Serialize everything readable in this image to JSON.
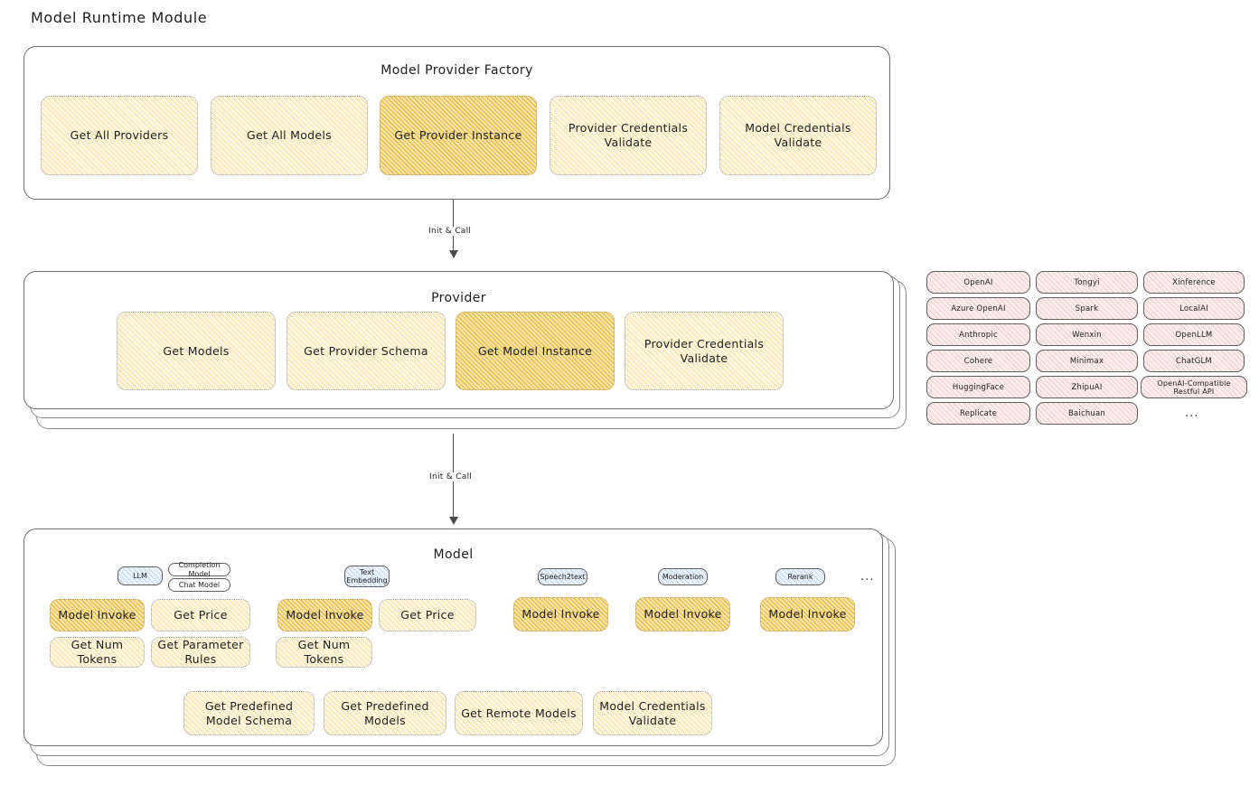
{
  "page": {
    "title": "Model Runtime Module"
  },
  "arrows": [
    {
      "label": "Init & Call"
    },
    {
      "label": "Init & Call"
    }
  ],
  "factory": {
    "title": "Model Provider Factory",
    "cards": [
      {
        "label": "Get All Providers",
        "highlight": false
      },
      {
        "label": "Get All Models",
        "highlight": false
      },
      {
        "label": "Get Provider Instance",
        "highlight": true
      },
      {
        "label": "Provider Credentials Validate",
        "highlight": false
      },
      {
        "label": "Model Credentials Validate",
        "highlight": false
      }
    ]
  },
  "provider": {
    "title": "Provider",
    "cards": [
      {
        "label": "Get Models",
        "highlight": false
      },
      {
        "label": "Get Provider Schema",
        "highlight": false
      },
      {
        "label": "Get Model Instance",
        "highlight": true
      },
      {
        "label": "Provider Credentials Validate",
        "highlight": false
      }
    ]
  },
  "provider_list": {
    "columns": [
      [
        "OpenAI",
        "Azure OpenAI",
        "Anthropic",
        "Cohere",
        "HuggingFace",
        "Replicate"
      ],
      [
        "Tongyi",
        "Spark",
        "Wenxin",
        "Minimax",
        "ZhipuAI",
        "Baichuan"
      ],
      [
        "Xinference",
        "LocalAI",
        "OpenLLM",
        "ChatGLM",
        "OpenAI-Compatible Restful API"
      ]
    ],
    "more": "..."
  },
  "model": {
    "title": "Model",
    "more": "...",
    "types": [
      {
        "name": "LLM",
        "sub_badges": [
          "Completion Model",
          "Chat Model"
        ],
        "methods": [
          {
            "label": "Model Invoke",
            "highlight": true
          },
          {
            "label": "Get Price",
            "highlight": false
          },
          {
            "label": "Get Num Tokens",
            "highlight": false
          },
          {
            "label": "Get Parameter Rules",
            "highlight": false
          }
        ]
      },
      {
        "name": "Text Embedding",
        "sub_badges": [],
        "methods": [
          {
            "label": "Model Invoke",
            "highlight": true
          },
          {
            "label": "Get Price",
            "highlight": false
          },
          {
            "label": "Get Num Tokens",
            "highlight": false
          }
        ]
      },
      {
        "name": "Speech2text",
        "sub_badges": [],
        "methods": [
          {
            "label": "Model Invoke",
            "highlight": true
          }
        ]
      },
      {
        "name": "Moderation",
        "sub_badges": [],
        "methods": [
          {
            "label": "Model Invoke",
            "highlight": true
          }
        ]
      },
      {
        "name": "Rerank",
        "sub_badges": [],
        "methods": [
          {
            "label": "Model Invoke",
            "highlight": true
          }
        ]
      }
    ],
    "shared_methods": [
      {
        "label": "Get Predefined Model Schema"
      },
      {
        "label": "Get Predefined Models"
      },
      {
        "label": "Get Remote Models"
      },
      {
        "label": "Model Credentials Validate"
      }
    ]
  },
  "colors": {
    "highlight_fill": "#fbe6ab",
    "card_fill": "#fdf6e0",
    "provider_chip_fill": "#fdeeee",
    "badge_fill": "#ecf3fb",
    "stroke": "#6b6b6b",
    "text": "#1e1e1e"
  }
}
